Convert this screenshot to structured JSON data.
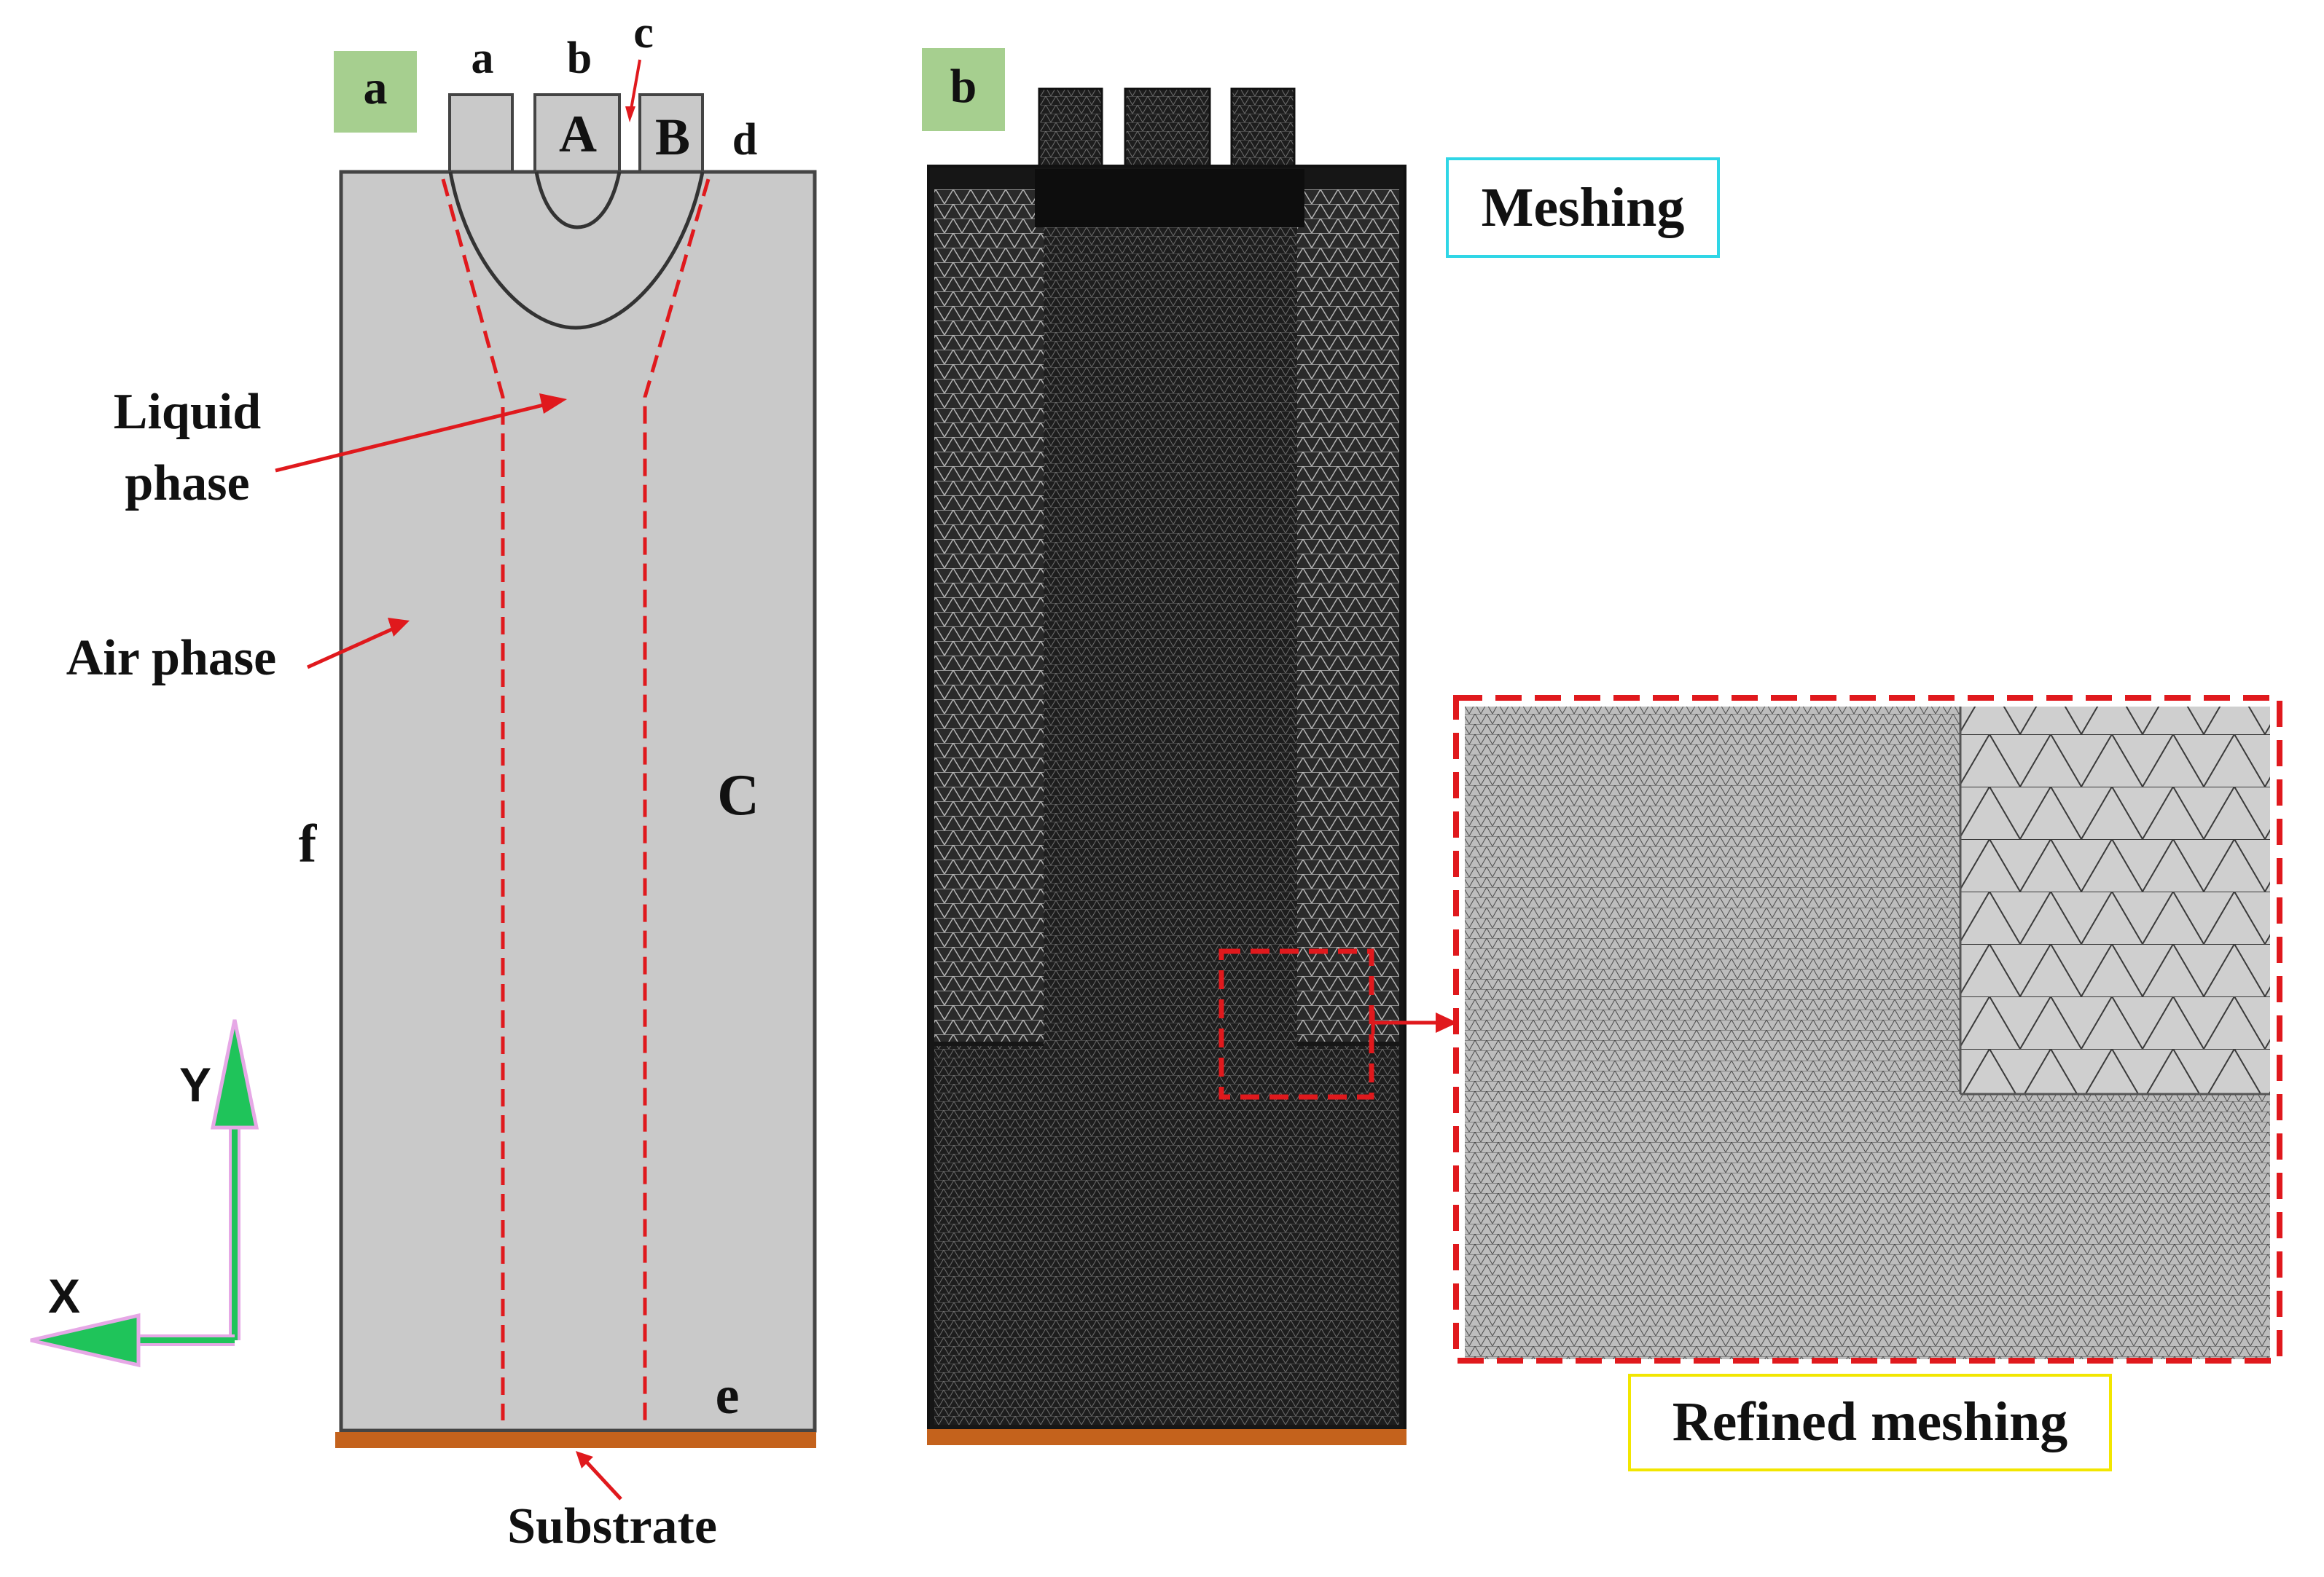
{
  "panel_a": {
    "badge": "a",
    "inlet_labels": {
      "a": "a",
      "b": "b",
      "c": "c",
      "d": "d"
    },
    "region_labels": {
      "A": "A",
      "B": "B",
      "C": "C"
    },
    "boundary_labels": {
      "e": "e",
      "f": "f"
    },
    "liquid_phase_line1": "Liquid",
    "liquid_phase_line2": "phase",
    "air_phase": "Air phase",
    "substrate": "Substrate",
    "axis_x": "X",
    "axis_y": "Y"
  },
  "panel_b": {
    "badge": "b",
    "meshing_label": "Meshing",
    "refined_label": "Refined meshing"
  },
  "colors": {
    "domain_fill": "#c9c9c9",
    "outline": "#444444",
    "dashed_red": "#e0191d",
    "substrate": "#c4621c",
    "badge_fill": "#a6cf8f",
    "mesh_dark": "#1a1a1a",
    "meshing_box": "#2fd6e6",
    "refined_box": "#f2e600",
    "axis_green": "#1fc45a",
    "axis_pink": "#e6a8e6"
  }
}
